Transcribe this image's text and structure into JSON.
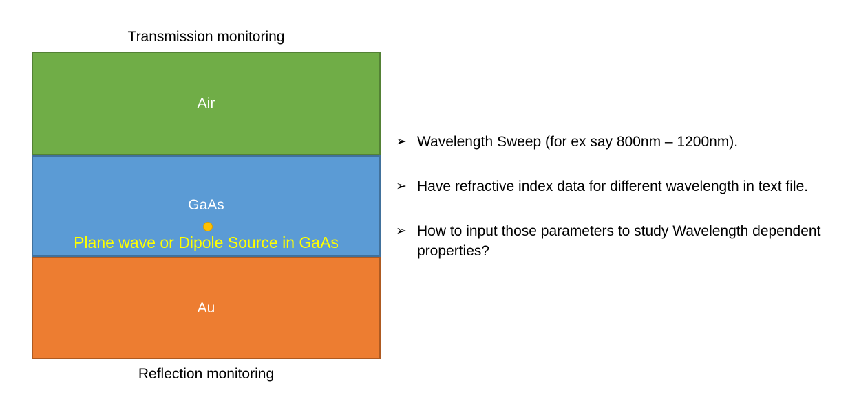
{
  "diagram": {
    "top_label": "Transmission monitoring",
    "bottom_label": "Reflection monitoring",
    "layers": [
      {
        "name": "Air",
        "fill": "#70AD47",
        "border": "#538135"
      },
      {
        "name": "GaAs",
        "fill": "#5B9BD5",
        "border": "#41719C"
      },
      {
        "name": "Au",
        "fill": "#ED7D31",
        "border": "#AE5A21"
      }
    ],
    "source": {
      "label": "Plane wave or Dipole Source in GaAs",
      "label_color": "#FFFF00",
      "dot_color": "#FFC000"
    }
  },
  "notes": {
    "bullet_glyph": "➢",
    "items": [
      "Wavelength Sweep (for ex say 800nm – 1200nm).",
      "Have refractive index data for different wavelength in text file.",
      "How to input those parameters to study Wavelength dependent properties?"
    ]
  }
}
